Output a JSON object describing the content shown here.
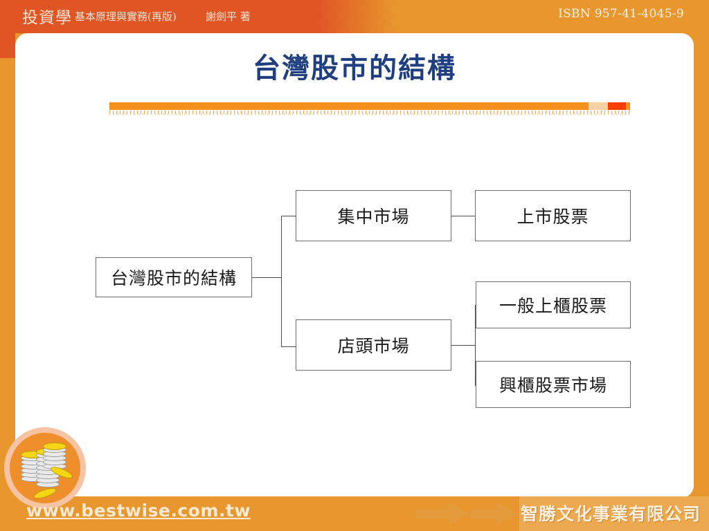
{
  "header": {
    "book_title": "投資學",
    "book_subtitle": "基本原理與實務(再版)",
    "author": "謝劍平 著",
    "isbn": "ISBN 957-41-4045-9"
  },
  "slide": {
    "title": "台灣股市的結構"
  },
  "diagram": {
    "type": "tree",
    "root": {
      "label": "台灣股市的結構"
    },
    "children": [
      {
        "label": "集中市場",
        "children": [
          {
            "label": "上市股票"
          }
        ]
      },
      {
        "label": "店頭市場",
        "children": [
          {
            "label": "一般上櫃股票"
          },
          {
            "label": "興櫃股票市場"
          }
        ]
      }
    ]
  },
  "footer": {
    "website": "www.bestwise.com.tw",
    "publisher": "智勝文化事業有限公司"
  },
  "colors": {
    "header_red": "#df5524",
    "header_orange": "#e8962e",
    "title_blue": "#1f3f80",
    "rule_orange": "#f5901e",
    "rule_peach": "#fbd2a4",
    "rule_red": "#fa3f06",
    "footer_light": "#eda94f",
    "box_border": "#6b6b6b"
  },
  "icons": {
    "coin_badge": "coin-stack-icon",
    "arrows": "double-arrow-icon",
    "checker": "checker-pattern"
  }
}
